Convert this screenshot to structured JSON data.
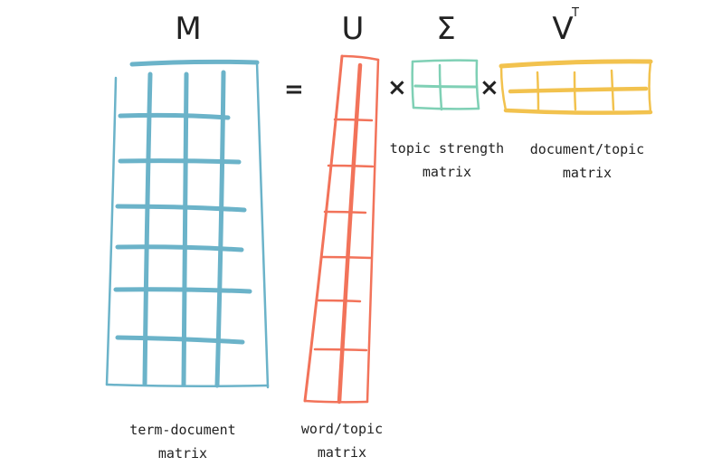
{
  "equation": {
    "lhs": "M",
    "equals": "=",
    "u": "U",
    "times": "×",
    "sigma": "Σ",
    "v": "V",
    "transpose": "T"
  },
  "captions": {
    "m": [
      "term-document",
      "matrix"
    ],
    "u": [
      "word/topic",
      "matrix"
    ],
    "sigma": [
      "topic strength",
      "matrix"
    ],
    "v": [
      "document/topic",
      "matrix"
    ]
  },
  "colors": {
    "m": "#6bb3c9",
    "u": "#f2735a",
    "sigma": "#7fd0b5",
    "v": "#f2c24e",
    "text": "#222222"
  }
}
